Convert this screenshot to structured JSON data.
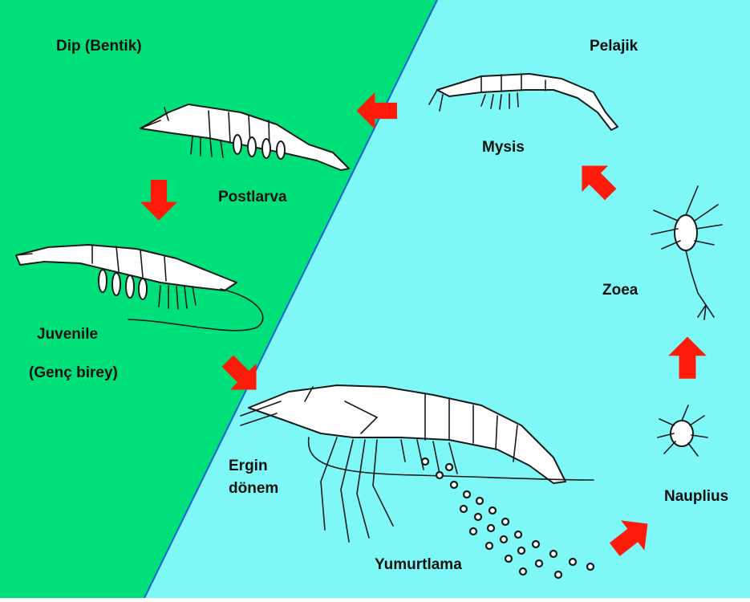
{
  "labels": {
    "benthic": "Dip (Bentik)",
    "pelagic": "Pelajik",
    "mysis": "Mysis",
    "postlarva": "Postlarva",
    "zoea": "Zoea",
    "juvenile": "Juvenile",
    "juvenile_tr": "(Genç birey)",
    "adult_line1": "Ergin",
    "adult_line2": "dönem",
    "nauplius": "Nauplius",
    "spawning": "Yumurtlama"
  },
  "colors": {
    "benthic_zone": "#00e07a",
    "pelagic_zone": "#7ef7f7",
    "arrow": "#ff1a0a",
    "boundary_line": "#1e5fd8"
  },
  "arrow_icon": "right-arrow-icon"
}
